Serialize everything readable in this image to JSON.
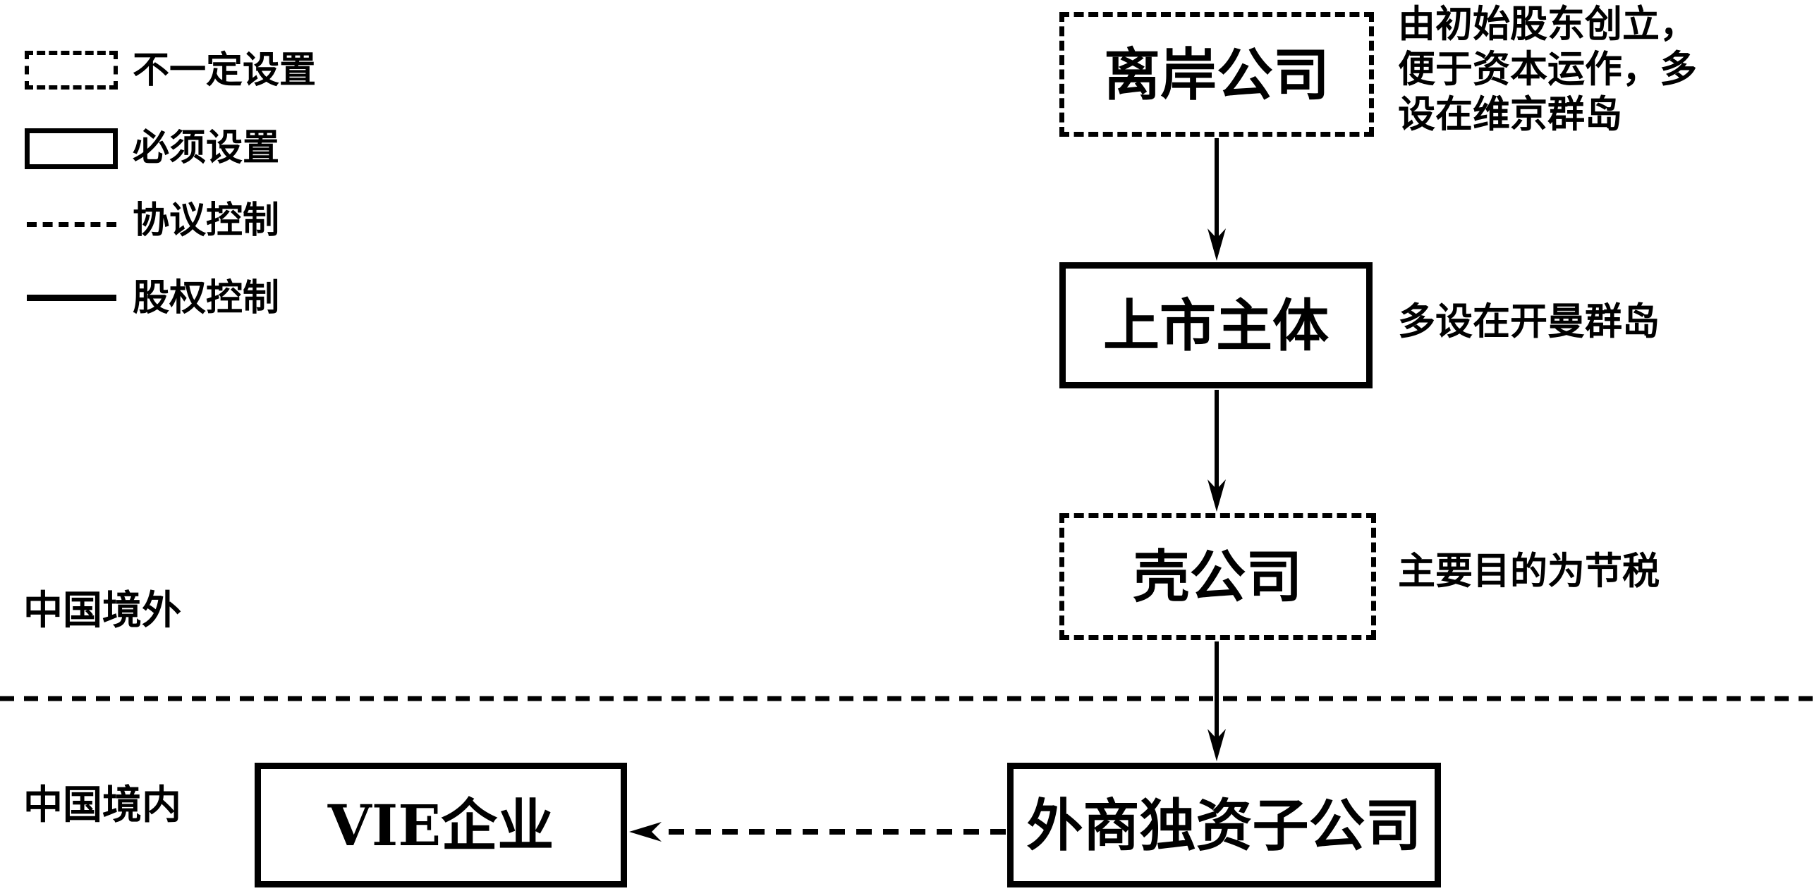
{
  "legend": {
    "items": [
      {
        "swatch": "dashed-box",
        "label": "不一定设置"
      },
      {
        "swatch": "solid-box",
        "label": "必须设置"
      },
      {
        "swatch": "dashed-line",
        "label": "协议控制"
      },
      {
        "swatch": "solid-line",
        "label": "股权控制"
      }
    ]
  },
  "regions": {
    "outside": "中国境外",
    "inside": "中国境内"
  },
  "nodes": {
    "offshore": {
      "label": "离岸公司",
      "style": "dashed",
      "note_lines": [
        "由初始股东创立，",
        "便于资本运作，多",
        "设在维京群岛"
      ]
    },
    "listing": {
      "label": "上市主体",
      "style": "solid",
      "note": "多设在开曼群岛"
    },
    "shell": {
      "label": "壳公司",
      "style": "dashed",
      "note": "主要目的为节税"
    },
    "wfoe": {
      "label": "外商独资子公司",
      "style": "solid"
    },
    "vie": {
      "label": "VIE企业",
      "style": "solid"
    }
  },
  "edges": [
    {
      "from": "offshore",
      "to": "listing",
      "type": "equity-control",
      "line": "solid"
    },
    {
      "from": "listing",
      "to": "shell",
      "type": "equity-control",
      "line": "solid"
    },
    {
      "from": "shell",
      "to": "wfoe",
      "type": "equity-control",
      "line": "solid"
    },
    {
      "from": "wfoe",
      "to": "vie",
      "type": "contract-control",
      "line": "dashed"
    }
  ],
  "divider": {
    "type": "dashed-line",
    "separates": [
      "中国境外",
      "中国境内"
    ]
  },
  "colors": {
    "ink": "#000000",
    "background": "#ffffff"
  }
}
